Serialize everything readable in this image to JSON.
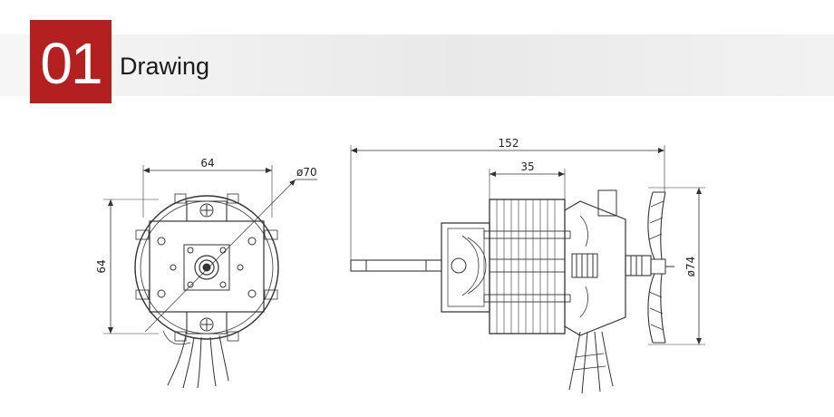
{
  "header": {
    "number": "01",
    "title": "Drawing"
  },
  "front_view": {
    "dim_width": "64",
    "dim_height": "64",
    "dim_diameter": "ø70"
  },
  "side_view": {
    "dim_total_length": "152",
    "dim_stator_length": "35",
    "dim_fan_diameter": "ø74"
  },
  "colors": {
    "accent": "#b3201f",
    "line": "#333333"
  }
}
